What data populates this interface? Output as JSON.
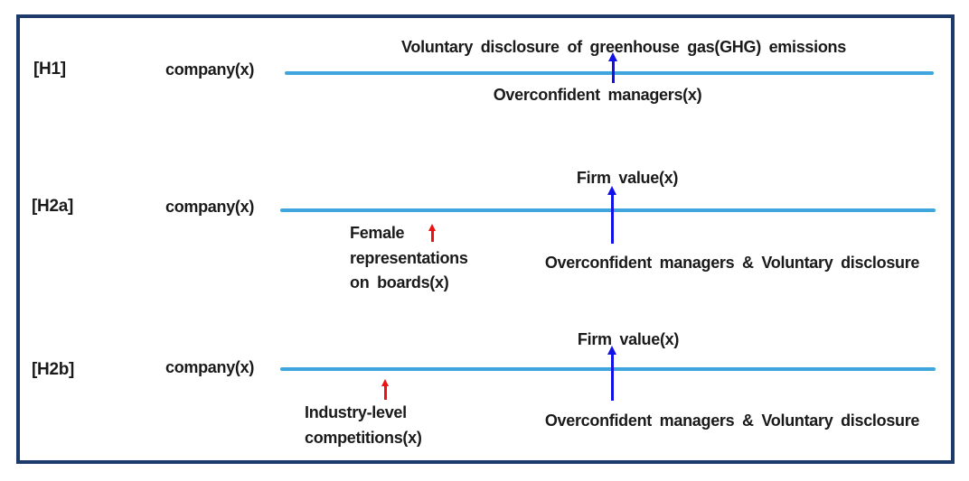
{
  "diagram": {
    "colors": {
      "frame": "#1d3a6a",
      "line": "#3ea6dc",
      "blue_arrow": "#1212e8",
      "red_arrow": "#ee1111",
      "text": "#1a1a1a",
      "background": "#ffffff"
    },
    "rows": [
      {
        "label": "[H1]",
        "subject": "company(x)",
        "outcome": "Voluntary disclosure of greenhouse gas(GHG) emissions",
        "cause": "Overconfident managers(x)",
        "moderator_lines": []
      },
      {
        "label": "[H2a]",
        "subject": "company(x)",
        "outcome": "Firm value(x)",
        "cause": "Overconfident managers & Voluntary disclosure",
        "moderator_lines": [
          "Female",
          "representations",
          "on boards(x)"
        ]
      },
      {
        "label": "[H2b]",
        "subject": "company(x)",
        "outcome": "Firm value(x)",
        "cause": "Overconfident managers & Voluntary disclosure",
        "moderator_lines": [
          "Industry-level",
          "competitions(x)"
        ]
      }
    ]
  }
}
